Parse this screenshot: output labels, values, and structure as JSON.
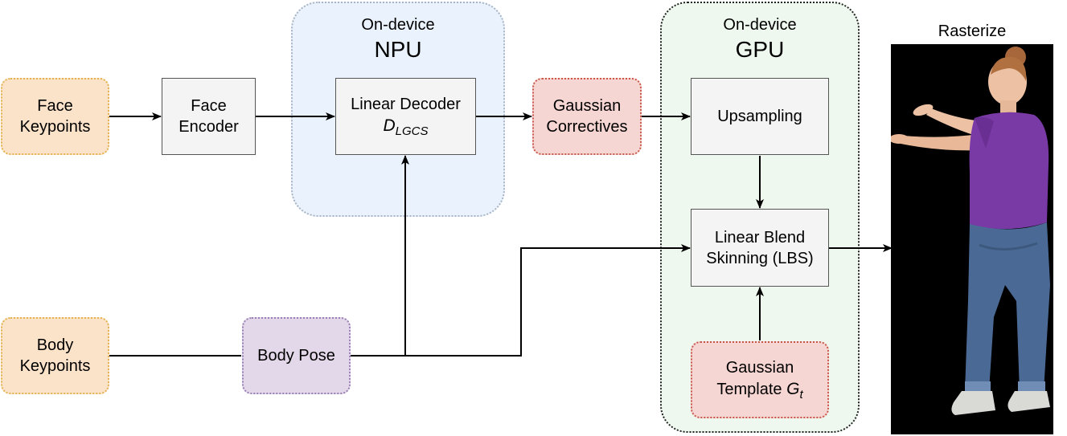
{
  "groups": {
    "npu": {
      "subtitle": "On-device",
      "title": "NPU"
    },
    "gpu": {
      "subtitle": "On-device",
      "title": "GPU"
    }
  },
  "nodes": {
    "face_keypoints": {
      "line1": "Face",
      "line2": "Keypoints"
    },
    "face_encoder": {
      "line1": "Face",
      "line2": "Encoder"
    },
    "linear_decoder": {
      "line1": "Linear Decoder",
      "symbol": "D",
      "subscript": "LGCS"
    },
    "gaussian_correctives": {
      "line1": "Gaussian",
      "line2": "Correctives"
    },
    "upsampling": {
      "label": "Upsampling"
    },
    "lbs": {
      "line1": "Linear Blend",
      "line2": "Skinning (LBS)"
    },
    "gaussian_template": {
      "line1": "Gaussian",
      "line2_prefix": "Template ",
      "symbol": "G",
      "subscript": "t"
    },
    "body_keypoints": {
      "line1": "Body",
      "line2": "Keypoints"
    },
    "body_pose": {
      "label": "Body Pose"
    }
  },
  "output": {
    "label": "Rasterize",
    "image": "rendered-avatar-woman-purple-shirt-jeans"
  },
  "colors": {
    "input_fill": "#fbe3c9",
    "input_border": "#e2b350",
    "gaussian_fill": "#f6d6d2",
    "gaussian_border": "#c8584c",
    "pose_fill": "#e3d8e9",
    "pose_border": "#9a7fb4",
    "process_fill": "#f4f4f4",
    "npu_fill": "#eaf3fd",
    "gpu_fill": "#eef8ee"
  }
}
